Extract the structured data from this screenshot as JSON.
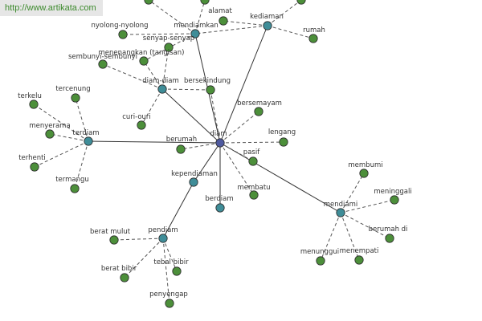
{
  "site_url": "http://www.artikata.com",
  "colors": {
    "center": "#4f5aa0",
    "hub": "#3f8d98",
    "leaf": "#4c8f3a",
    "badge_bg": "#e6e6e6",
    "badge_text": "#3c8a2c"
  },
  "graph": {
    "nodes": [
      {
        "id": "diam",
        "label": "diam",
        "kind": "center"
      },
      {
        "id": "kediaman",
        "label": "kediaman",
        "kind": "hub"
      },
      {
        "id": "mendiamkan",
        "label": "mendiamkan",
        "kind": "hub"
      },
      {
        "id": "diamdiam",
        "label": "diam-diam",
        "kind": "hub"
      },
      {
        "id": "terdiam",
        "label": "terdiam",
        "kind": "hub"
      },
      {
        "id": "kependiaman",
        "label": "kependiaman",
        "kind": "hub"
      },
      {
        "id": "berdiam",
        "label": "berdiam",
        "kind": "hub"
      },
      {
        "id": "pendiam",
        "label": "pendiam",
        "kind": "hub"
      },
      {
        "id": "mendiami",
        "label": "mendiami",
        "kind": "hub"
      },
      {
        "id": "alamat",
        "label": "alamat",
        "kind": "leaf"
      },
      {
        "id": "rumah",
        "label": "rumah",
        "kind": "leaf"
      },
      {
        "id": "nyolong",
        "label": "nyolong-nyolong",
        "kind": "leaf"
      },
      {
        "id": "senyap",
        "label": "senyap-senyap",
        "kind": "leaf"
      },
      {
        "id": "menenangkan",
        "label": "menenangkan (tangisan)",
        "kind": "leaf"
      },
      {
        "id": "sembunyi",
        "label": "sembunyi-sembunyi",
        "kind": "leaf"
      },
      {
        "id": "bersekindung",
        "label": "bersekindung",
        "kind": "leaf"
      },
      {
        "id": "curiouri",
        "label": "curi-ouri",
        "kind": "leaf"
      },
      {
        "id": "bersemayam",
        "label": "bersemayam",
        "kind": "leaf"
      },
      {
        "id": "lengang",
        "label": "lengang",
        "kind": "leaf"
      },
      {
        "id": "berumah",
        "label": "berumah",
        "kind": "leaf"
      },
      {
        "id": "pasif",
        "label": "pasif",
        "kind": "leaf"
      },
      {
        "id": "membatu",
        "label": "membatu",
        "kind": "leaf"
      },
      {
        "id": "terkelu",
        "label": "terkelu",
        "kind": "leaf"
      },
      {
        "id": "tercenung",
        "label": "tercenung",
        "kind": "leaf"
      },
      {
        "id": "menyerama",
        "label": "menyerama",
        "kind": "leaf"
      },
      {
        "id": "terhenti",
        "label": "terhenti",
        "kind": "leaf"
      },
      {
        "id": "termangu",
        "label": "termangu",
        "kind": "leaf"
      },
      {
        "id": "beratmulut",
        "label": "berat mulut",
        "kind": "leaf"
      },
      {
        "id": "beratbibir",
        "label": "berat bibir",
        "kind": "leaf"
      },
      {
        "id": "tebalbibir",
        "label": "tebal bibir",
        "kind": "leaf"
      },
      {
        "id": "penyengap",
        "label": "penyengap",
        "kind": "leaf"
      },
      {
        "id": "membumi",
        "label": "membumi",
        "kind": "leaf"
      },
      {
        "id": "meninggali",
        "label": "meninggali",
        "kind": "leaf"
      },
      {
        "id": "berumahdi",
        "label": "berumah di",
        "kind": "leaf"
      },
      {
        "id": "menempati",
        "label": "menempati",
        "kind": "leaf"
      },
      {
        "id": "menunggui",
        "label": "menunggui",
        "kind": "leaf"
      },
      {
        "id": "extra1",
        "label": "",
        "kind": "leaf"
      },
      {
        "id": "extra2",
        "label": "",
        "kind": "leaf"
      },
      {
        "id": "extra3",
        "label": "",
        "kind": "leaf"
      }
    ],
    "edges": [
      {
        "from": "diam",
        "to": "kediaman",
        "style": "solid"
      },
      {
        "from": "diam",
        "to": "mendiamkan",
        "style": "solid"
      },
      {
        "from": "diam",
        "to": "diamdiam",
        "style": "solid"
      },
      {
        "from": "diam",
        "to": "terdiam",
        "style": "solid"
      },
      {
        "from": "diam",
        "to": "kependiaman",
        "style": "solid"
      },
      {
        "from": "diam",
        "to": "berdiam",
        "style": "solid"
      },
      {
        "from": "diam",
        "to": "mendiami",
        "style": "solid"
      },
      {
        "from": "kependiaman",
        "to": "pendiam",
        "style": "solid"
      },
      {
        "from": "diam",
        "to": "bersemayam",
        "style": "dashed"
      },
      {
        "from": "diam",
        "to": "lengang",
        "style": "dashed"
      },
      {
        "from": "diam",
        "to": "berumah",
        "style": "dashed"
      },
      {
        "from": "diam",
        "to": "pasif",
        "style": "dashed"
      },
      {
        "from": "diam",
        "to": "membatu",
        "style": "dashed"
      },
      {
        "from": "diam",
        "to": "bersekindung",
        "style": "dashed"
      },
      {
        "from": "kediaman",
        "to": "alamat",
        "style": "dashed"
      },
      {
        "from": "kediaman",
        "to": "rumah",
        "style": "dashed"
      },
      {
        "from": "kediaman",
        "to": "extra3",
        "style": "dashed"
      },
      {
        "from": "kediaman",
        "to": "mendiamkan",
        "style": "dashed"
      },
      {
        "from": "mendiamkan",
        "to": "extra1",
        "style": "dashed"
      },
      {
        "from": "mendiamkan",
        "to": "extra2",
        "style": "dashed"
      },
      {
        "from": "mendiamkan",
        "to": "menenangkan",
        "style": "dashed"
      },
      {
        "from": "mendiamkan",
        "to": "nyolong",
        "style": "dashed"
      },
      {
        "from": "diamdiam",
        "to": "senyap",
        "style": "dashed"
      },
      {
        "from": "diamdiam",
        "to": "sembunyi",
        "style": "dashed"
      },
      {
        "from": "diamdiam",
        "to": "bersekindung",
        "style": "dashed"
      },
      {
        "from": "diamdiam",
        "to": "curiouri",
        "style": "dashed"
      },
      {
        "from": "diamdiam",
        "to": "menenangkan",
        "style": "dashed"
      },
      {
        "from": "terdiam",
        "to": "terkelu",
        "style": "dashed"
      },
      {
        "from": "terdiam",
        "to": "tercenung",
        "style": "dashed"
      },
      {
        "from": "terdiam",
        "to": "menyerama",
        "style": "dashed"
      },
      {
        "from": "terdiam",
        "to": "terhenti",
        "style": "dashed"
      },
      {
        "from": "terdiam",
        "to": "termangu",
        "style": "dashed"
      },
      {
        "from": "pendiam",
        "to": "beratmulut",
        "style": "dashed"
      },
      {
        "from": "pendiam",
        "to": "beratbibir",
        "style": "dashed"
      },
      {
        "from": "pendiam",
        "to": "tebalbibir",
        "style": "dashed"
      },
      {
        "from": "pendiam",
        "to": "penyengap",
        "style": "dashed"
      },
      {
        "from": "mendiami",
        "to": "membumi",
        "style": "dashed"
      },
      {
        "from": "mendiami",
        "to": "meninggali",
        "style": "dashed"
      },
      {
        "from": "mendiami",
        "to": "berumahdi",
        "style": "dashed"
      },
      {
        "from": "mendiami",
        "to": "menempati",
        "style": "dashed"
      },
      {
        "from": "mendiami",
        "to": "menunggui",
        "style": "dashed"
      }
    ]
  }
}
